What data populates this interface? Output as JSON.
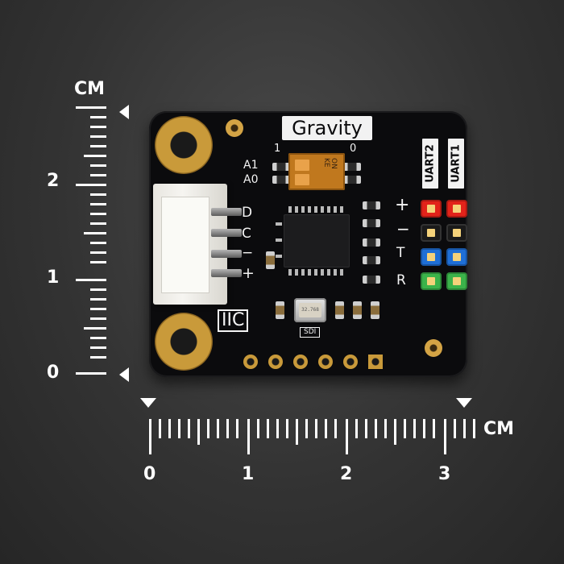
{
  "ruler": {
    "unit_label": "CM",
    "vertical_labels": [
      "2",
      "1",
      "0"
    ],
    "horizontal_labels": [
      "0",
      "1",
      "2",
      "3"
    ]
  },
  "board": {
    "logo": "Gravity",
    "dip_switch": {
      "col_labels": [
        "1",
        "0"
      ],
      "row_labels": [
        "A1",
        "A0"
      ],
      "marking": "ON KE"
    },
    "left_connector_pins": [
      "D",
      "C",
      "−",
      "+"
    ],
    "interface_label": "IIC",
    "right_pins": [
      "+",
      "−",
      "T",
      "R"
    ],
    "uart_labels": [
      "UART2",
      "UART1"
    ],
    "crystal_marking": "32.768",
    "crystal_tag": "SDI",
    "header_colors": [
      "#e2231a",
      "#1a1a1a",
      "#1f6fd6",
      "#3bb34a"
    ]
  }
}
